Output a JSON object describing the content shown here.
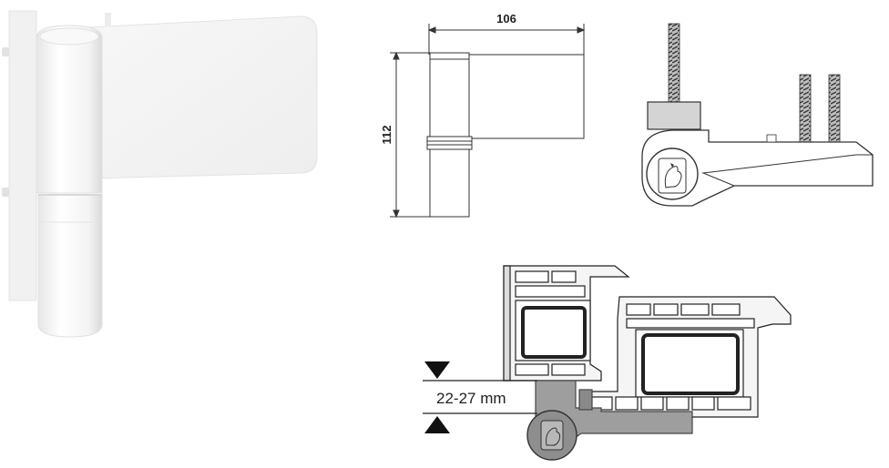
{
  "dimensions": {
    "width_label": "106",
    "height_label": "112"
  },
  "profile": {
    "gap_label": "22-27 mm"
  }
}
